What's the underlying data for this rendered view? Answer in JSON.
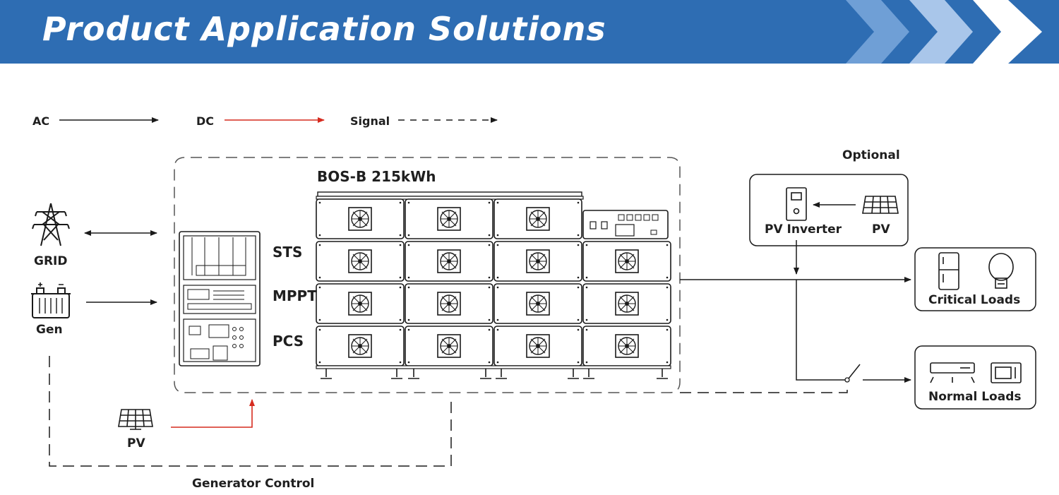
{
  "header": {
    "title": "Product Application Solutions"
  },
  "legend": {
    "ac": "AC",
    "dc": "DC",
    "signal": "Signal"
  },
  "system": {
    "name": "BOS-B 215kWh",
    "modules": [
      "STS",
      "MPPT",
      "PCS"
    ]
  },
  "sources": {
    "grid": "GRID",
    "gen": "Gen",
    "pv": "PV"
  },
  "optional": {
    "title": "Optional",
    "inverter": "PV Inverter",
    "pv": "PV"
  },
  "loads": {
    "critical": "Critical Loads",
    "normal": "Normal Loads"
  },
  "generator_control": "Generator Control",
  "colors": {
    "banner": "#2e6db3",
    "dc_line": "#d62b1f",
    "line": "#1a1a1a"
  }
}
